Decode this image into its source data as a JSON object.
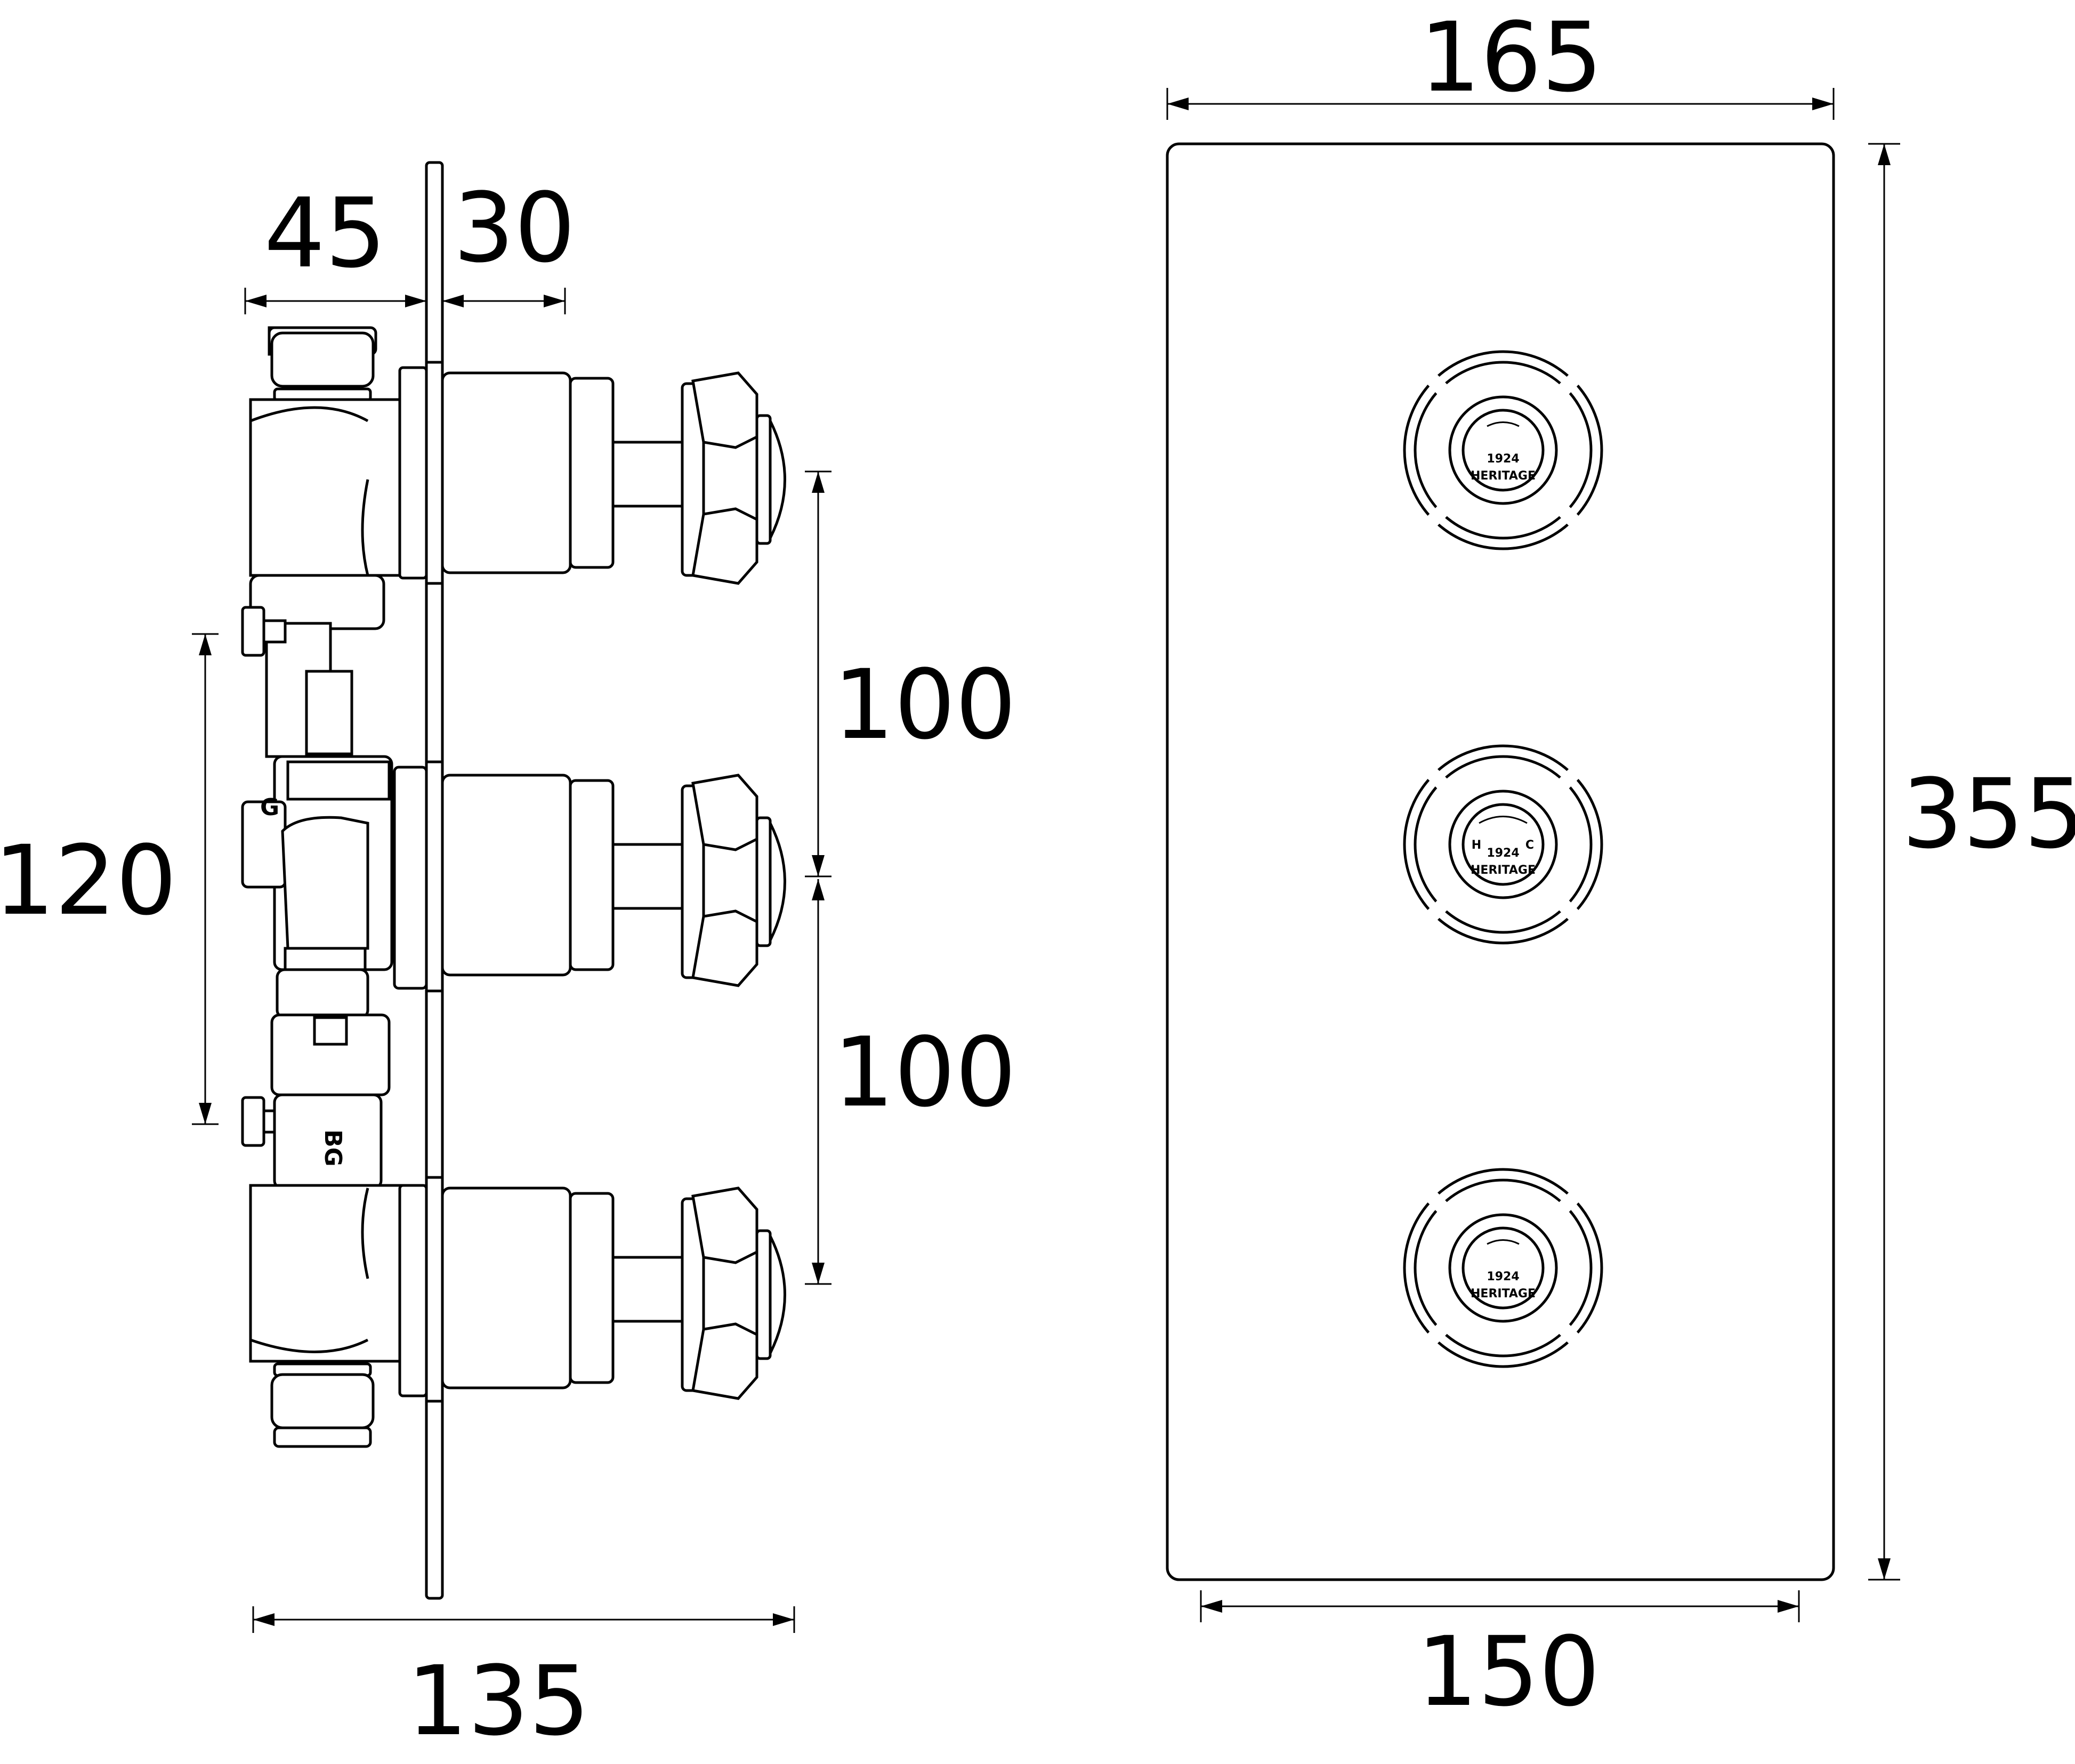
{
  "dimensions": {
    "side_left_depth": "45",
    "side_right_depth": "30",
    "side_overall": "135",
    "side_spacing": "120",
    "centres_upper": "100",
    "centres_lower": "100",
    "plate_width": "165",
    "plate_inner_width": "150",
    "plate_height": "355"
  },
  "labels": {
    "body_mark": "BG",
    "valve_mark": "G",
    "hub_year": "1924",
    "hub_brand": "HERITAGE",
    "hot": "H",
    "cold": "C"
  },
  "colors": {
    "line": "#000000",
    "background": "#ffffff"
  }
}
